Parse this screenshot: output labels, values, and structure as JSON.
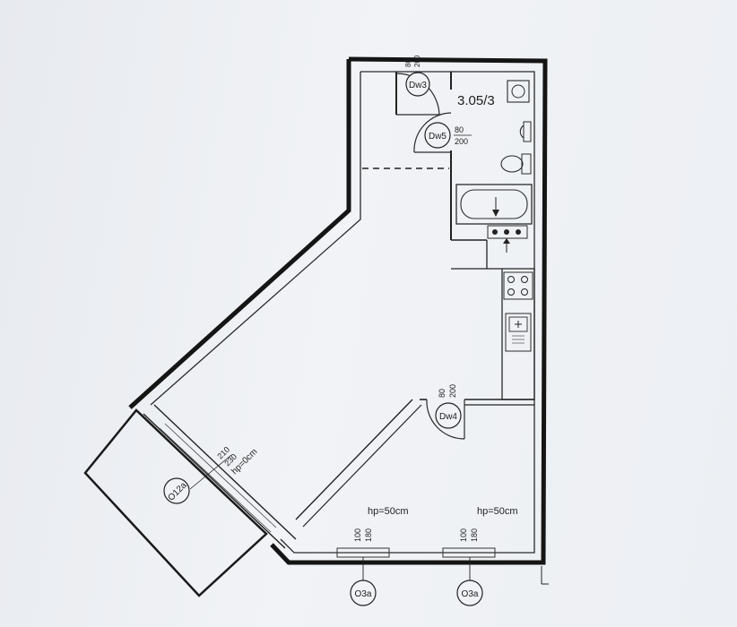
{
  "room_label": "3.05/3",
  "doors": [
    {
      "id": "Dw3",
      "dims": [
        "80",
        "200"
      ]
    },
    {
      "id": "Dw5",
      "dims": [
        "80",
        "200"
      ]
    },
    {
      "id": "Dw4",
      "dims": [
        "80",
        "200"
      ]
    }
  ],
  "windows": [
    {
      "id": "O12a",
      "dims": [
        "210",
        "230"
      ],
      "hp": "hp=0cm"
    },
    {
      "id": "O3a",
      "dims": [
        "100",
        "180"
      ],
      "hp": "hp=50cm"
    },
    {
      "id": "O3a",
      "dims": [
        "100",
        "180"
      ],
      "hp": "hp=50cm"
    }
  ],
  "colors": {
    "wall": "#151515",
    "line": "#2a2a2a",
    "paper": "#eceff3"
  }
}
